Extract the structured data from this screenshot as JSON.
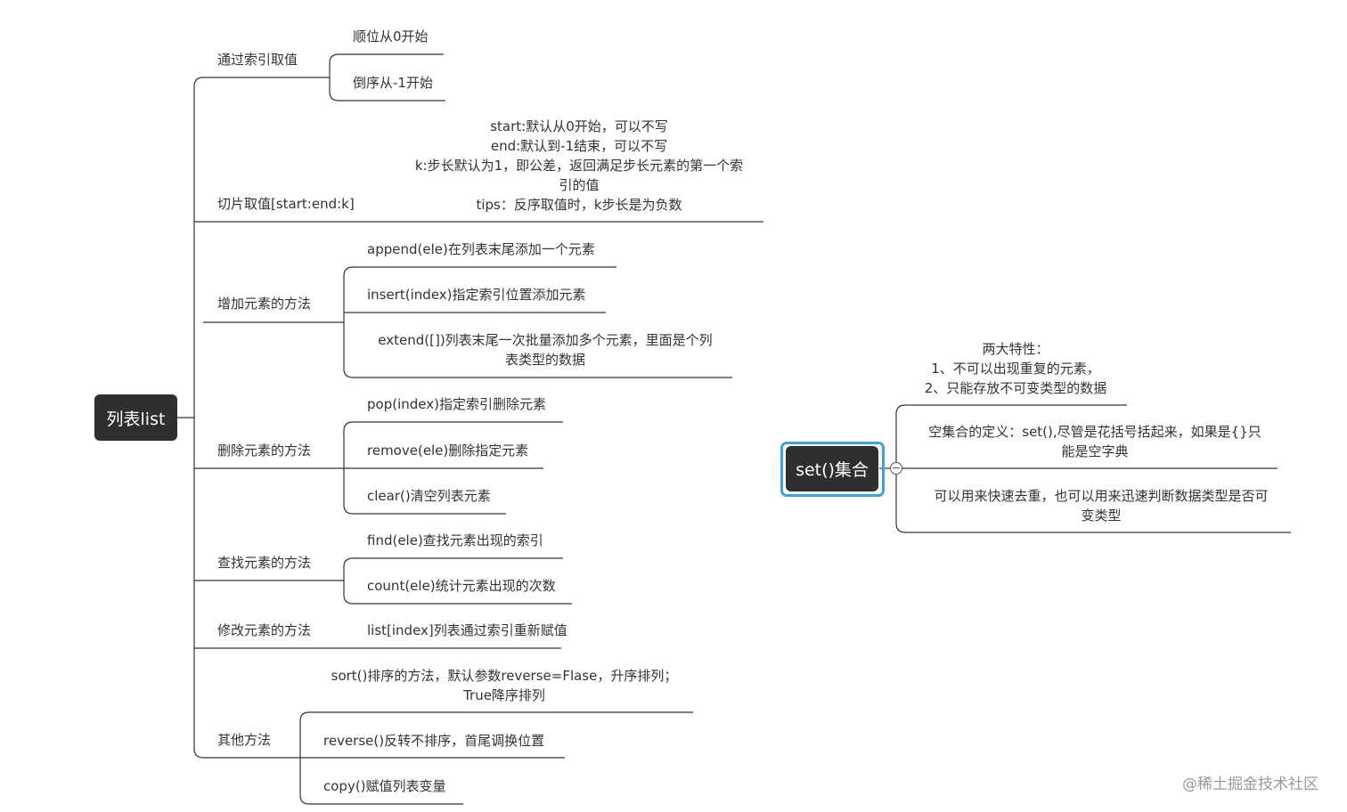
{
  "map1": {
    "root": "列表list",
    "branches": [
      {
        "label": "通过索引取值",
        "children": [
          "顺位从0开始",
          "倒序从-1开始"
        ]
      },
      {
        "label": "切片取值[start:end:k]",
        "children": [
          "start:默认从0开始，可以不写\nend:默认到-1结束，可以不写\nk:步长默认为1，即公差，返回满足步长元素的第一个索引的值\ntips：反序取值时，k步长是为负数"
        ]
      },
      {
        "label": "增加元素的方法",
        "children": [
          "append(ele)在列表末尾添加一个元素",
          "insert(index)指定索引位置添加元素",
          "extend([])列表末尾一次批量添加多个元素，里面是个列表类型的数据"
        ]
      },
      {
        "label": "删除元素的方法",
        "children": [
          "pop(index)指定索引删除元素",
          "remove(ele)删除指定元素",
          "clear()清空列表元素"
        ]
      },
      {
        "label": "查找元素的方法",
        "children": [
          "find(ele)查找元素出现的索引",
          "count(ele)统计元素出现的次数"
        ]
      },
      {
        "label": "修改元素的方法",
        "children": [
          "list[index]列表通过索引重新赋值"
        ]
      },
      {
        "label": "其他方法",
        "children": [
          "sort()排序的方法，默认参数reverse=Flase，升序排列；True降序排列",
          "reverse()反转不排序，首尾调换位置",
          "copy()赋值列表变量"
        ]
      }
    ]
  },
  "map2": {
    "root": "set()集合",
    "children": [
      "两大特性：\n1、不可以出现重复的元素，\n2、只能存放不可变类型的数据",
      "空集合的定义：set(),尽管是花括号括起来，如果是{}只能是空字典",
      "可以用来快速去重，也可以用来迅速判断数据类型是否可变类型"
    ]
  },
  "watermark": "@稀土掘金技术社区",
  "colors": {
    "root_bg": "#2f2f2f",
    "selection": "#3aa3e3",
    "line": "#333333",
    "watermark": "#9a9a9a"
  }
}
